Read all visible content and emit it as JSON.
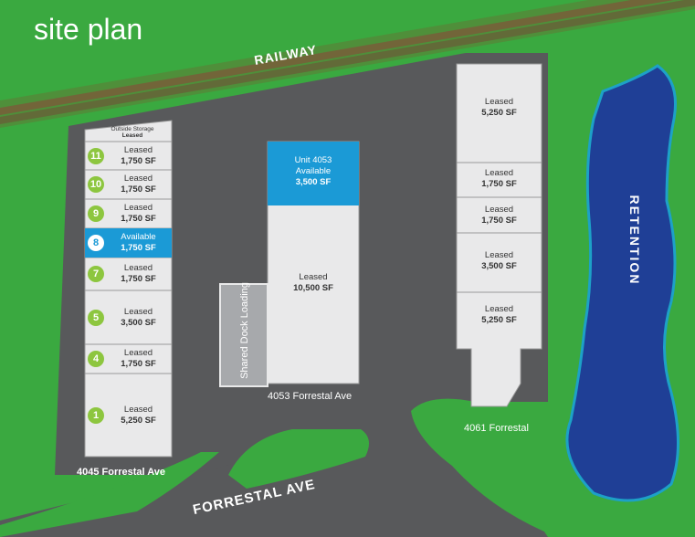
{
  "title": "site plan",
  "labels": {
    "railway": "RAILWAY",
    "forrestal_ave": "FORRESTAL AVE",
    "retention": "RETENTION",
    "building_4045": "4045 Forrestal Ave",
    "building_4053": "4053 Forrestal Ave",
    "building_4061": "4061 Forrestal",
    "shared_dock": "Shared Dock Loading"
  },
  "colors": {
    "grass": "#3aa940",
    "pavement": "#58595b",
    "building": "#e9e9ea",
    "available": "#1b9ad6",
    "water": "#1f3f96",
    "badge": "#8dc63f",
    "rail": "#7a5a3a"
  },
  "building_4045": {
    "outside_storage": {
      "label": "Outside Storage",
      "status": "Leased"
    },
    "units": [
      {
        "num": "11",
        "status": "Leased",
        "size": "1,750 SF",
        "available": false
      },
      {
        "num": "10",
        "status": "Leased",
        "size": "1,750 SF",
        "available": false
      },
      {
        "num": "9",
        "status": "Leased",
        "size": "1,750 SF",
        "available": false
      },
      {
        "num": "8",
        "status": "Available",
        "size": "1,750 SF",
        "available": true
      },
      {
        "num": "7",
        "status": "Leased",
        "size": "1,750 SF",
        "available": false
      },
      {
        "num": "5",
        "status": "Leased",
        "size": "3,500 SF",
        "available": false
      },
      {
        "num": "4",
        "status": "Leased",
        "size": "1,750 SF",
        "available": false
      },
      {
        "num": "1",
        "status": "Leased",
        "size": "5,250 SF",
        "available": false
      }
    ]
  },
  "building_4053": {
    "unit_4053": {
      "name": "Unit 4053",
      "status": "Available",
      "size": "3,500 SF"
    },
    "leased": {
      "status": "Leased",
      "size": "10,500 SF"
    }
  },
  "building_4061": {
    "units": [
      {
        "status": "Leased",
        "size": "5,250 SF"
      },
      {
        "status": "Leased",
        "size": "1,750 SF"
      },
      {
        "status": "Leased",
        "size": "1,750 SF"
      },
      {
        "status": "Leased",
        "size": "3,500 SF"
      },
      {
        "status": "Leased",
        "size": "5,250 SF"
      }
    ]
  }
}
